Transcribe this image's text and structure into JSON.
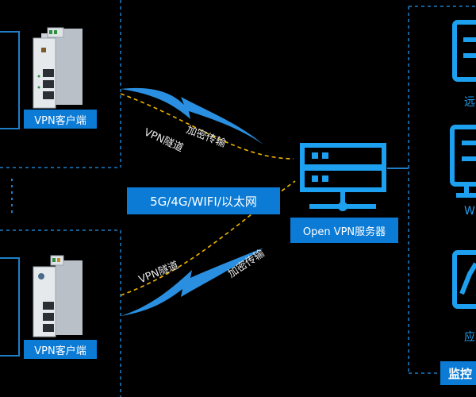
{
  "client_top": {
    "label": "VPN客户端"
  },
  "client_bottom": {
    "label": "VPN客户端"
  },
  "network_label": "5G/4G/WIFI/以太网",
  "server": {
    "label": "Open VPN服务器"
  },
  "top_tunnel": {
    "vpn": "VPN隧道",
    "encrypt": "加密传输"
  },
  "bottom_tunnel": {
    "vpn": "VPN隧道",
    "encrypt": "加密传输"
  },
  "right_panel": {
    "label_1": "远",
    "label_2": "W",
    "label_3": "应",
    "footer": "监控"
  },
  "colors": {
    "accent": "#0b7bd6",
    "icon_blue": "#1ea0f0",
    "tunnel_line": "#f0b400",
    "dashed_border": "#1e7fc8"
  }
}
